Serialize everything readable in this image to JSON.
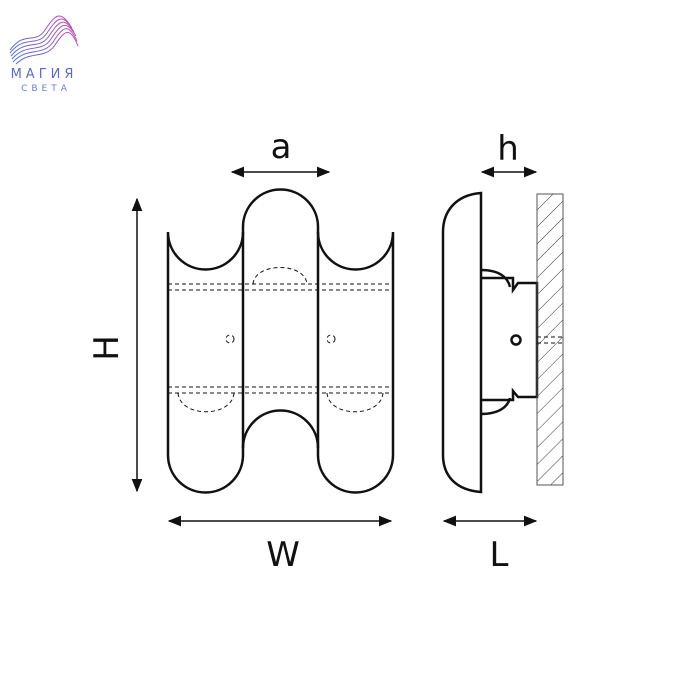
{
  "logo": {
    "line1": "МАГИЯ",
    "line2": "СВЕТА"
  },
  "dimensions": {
    "a": "a",
    "h": "h",
    "H": "H",
    "W": "W",
    "L": "L"
  },
  "colors": {
    "line": "#111111",
    "logo_start": "#4b6fd6",
    "logo_end": "#c04fb0"
  }
}
